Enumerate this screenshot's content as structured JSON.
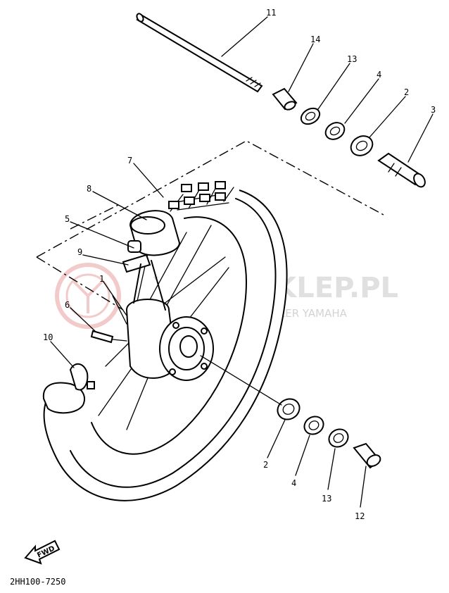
{
  "diagram": {
    "part_numbers": {
      "p1": "1",
      "p2a": "2",
      "p2b": "2",
      "p3": "3",
      "p4a": "4",
      "p4b": "4",
      "p5": "5",
      "p6": "6",
      "p7": "7",
      "p8": "8",
      "p9": "9",
      "p10": "10",
      "p11": "11",
      "p12": "12",
      "p13a": "13",
      "p13b": "13",
      "p14": "14"
    },
    "diagram_code": "2HH100-7250",
    "direction_label": "FWD"
  },
  "watermark": {
    "title": "YAMA-SKLEP.PL",
    "subtitle": "WOJCIECHOWICZ | DEALER YAMAHA",
    "color": "#e8a0a0"
  }
}
